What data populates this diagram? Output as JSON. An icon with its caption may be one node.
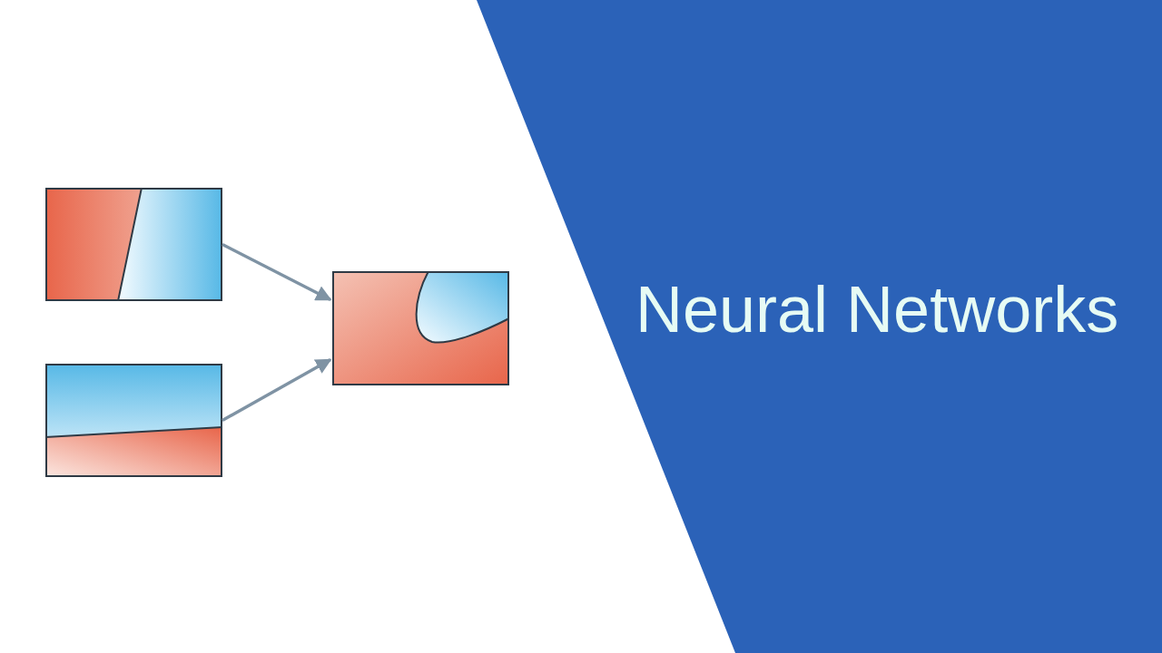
{
  "diagram": {
    "title": "Neural Networks",
    "nodes": [
      {
        "text": [],
        "shape": "picture"
      },
      {
        "text": [],
        "shape": "picture"
      },
      {
        "text": [],
        "shape": "picture"
      }
    ],
    "edges": [
      {
        "from": 0,
        "to": 2,
        "arrow": "to"
      },
      {
        "from": 1,
        "to": 2,
        "arrow": "to"
      }
    ]
  }
}
